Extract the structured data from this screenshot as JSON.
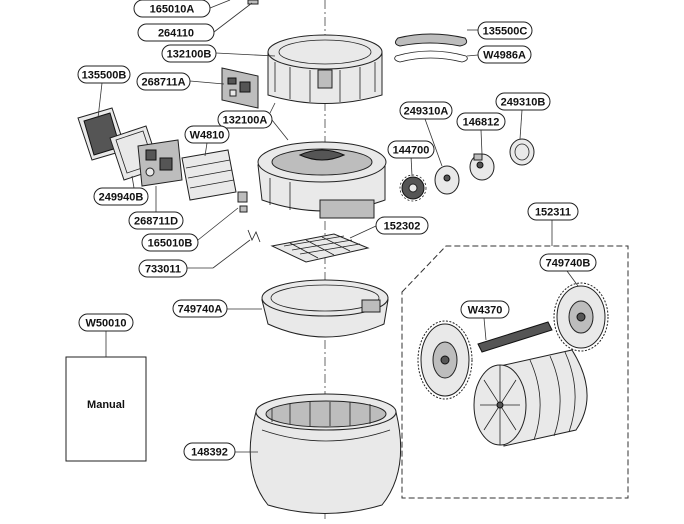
{
  "diagram": {
    "labels": {
      "p165010A": "165010A",
      "p264110": "264110",
      "p132100B": "132100B",
      "p268711A": "268711A",
      "p135500B": "135500B",
      "p132100A": "132100A",
      "pW4810": "W4810",
      "p249940B": "249940B",
      "p268711D": "268711D",
      "p165010B": "165010B",
      "p733011": "733011",
      "p135500C": "135500C",
      "pW4986A": "W4986A",
      "p249310A": "249310A",
      "p249310B": "249310B",
      "p146812": "146812",
      "p144700": "144700",
      "p152302": "152302",
      "p152311": "152311",
      "p749740B": "749740B",
      "pW4370": "W4370",
      "p749740A": "749740A",
      "pW50010": "W50010",
      "p148392": "148392"
    },
    "manual_text": "Manual"
  }
}
